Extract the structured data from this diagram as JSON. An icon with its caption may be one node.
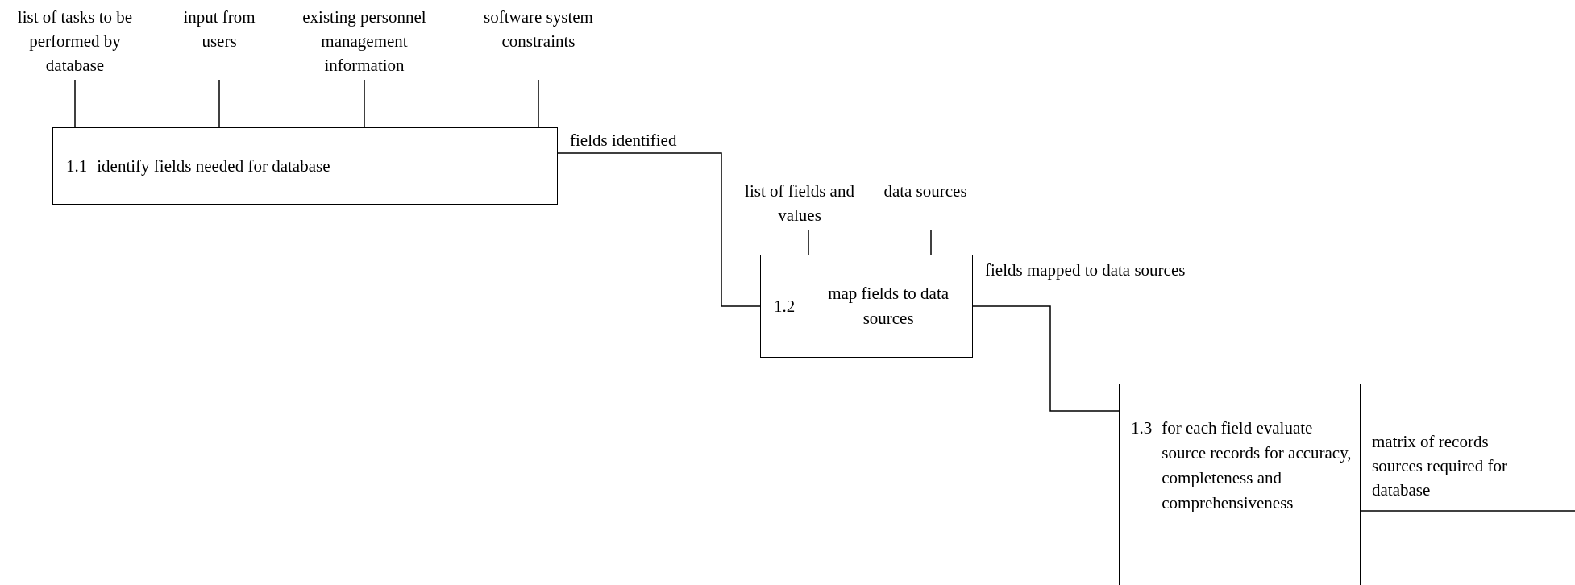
{
  "diagram": {
    "nodes": [
      {
        "text": [
          "list of tasks to be performed by database"
        ]
      },
      {
        "text": [
          "input from users"
        ]
      },
      {
        "text": [
          "existing personnel management information"
        ]
      },
      {
        "text": [
          "software system constraints"
        ]
      },
      {
        "text": [
          "1.1",
          "identify fields needed for database"
        ]
      },
      {
        "text": [
          "list of fields and values"
        ]
      },
      {
        "text": [
          "data sources"
        ]
      },
      {
        "text": [
          "1.2",
          "map fields to data sources"
        ]
      },
      {
        "text": [
          "1.3",
          "for each field evaluate source records for accuracy, completeness and comprehensiveness"
        ]
      }
    ],
    "edges": [
      {
        "from": 0,
        "to": 4,
        "arrow": "none"
      },
      {
        "from": 1,
        "to": 4,
        "arrow": "none"
      },
      {
        "from": 2,
        "to": 4,
        "arrow": "none"
      },
      {
        "from": 3,
        "to": 4,
        "arrow": "none"
      },
      {
        "from": 4,
        "to": 7,
        "arrow": "none",
        "label": "fields identified"
      },
      {
        "from": 5,
        "to": 7,
        "arrow": "none"
      },
      {
        "from": 6,
        "to": 7,
        "arrow": "none"
      },
      {
        "from": 7,
        "to": 8,
        "arrow": "none",
        "label": "fields mapped to data sources"
      },
      {
        "from": 8,
        "to": null,
        "arrow": "none",
        "label": "matrix of records sources required for database"
      }
    ]
  }
}
